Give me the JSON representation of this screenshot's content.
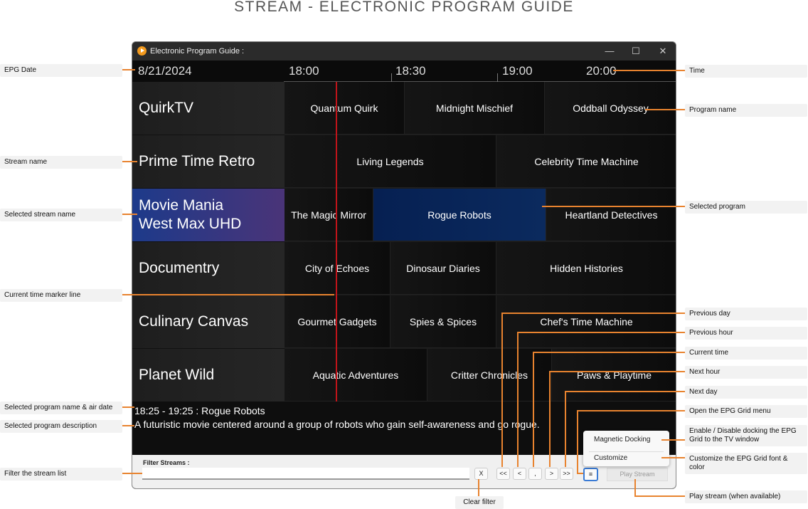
{
  "page_title": "STREAM - ELECTRONIC PROGRAM GUIDE",
  "window": {
    "title": "Electronic Program Guide :",
    "minimize": "—",
    "maximize": "☐",
    "close": "✕"
  },
  "header": {
    "date": "8/21/2024",
    "times": [
      "18:00",
      "18:30",
      "19:00",
      "20:00"
    ]
  },
  "streams": [
    {
      "name": "QuirkTV",
      "programs": [
        "Quantum Quirk",
        "Midnight Mischief",
        "Oddball Odyssey"
      ]
    },
    {
      "name": "Prime Time Retro",
      "programs": [
        "Living Legends",
        "Celebrity Time Machine"
      ]
    },
    {
      "name": "Movie Mania\nWest Max UHD",
      "line1": "Movie Mania",
      "line2": "West Max UHD",
      "selected": true,
      "programs": [
        "The Magic Mirror",
        "Rogue Robots",
        "Heartland Detectives"
      ],
      "selected_program": "Rogue Robots"
    },
    {
      "name": "Documentry",
      "programs": [
        "City of Echoes",
        "Dinosaur Diaries",
        "Hidden Histories"
      ]
    },
    {
      "name": "Culinary Canvas",
      "programs": [
        "Gourmet Gadgets",
        "Spies & Spices",
        "Chef's Time Machine"
      ]
    },
    {
      "name": "Planet Wild",
      "programs": [
        "Aquatic Adventures",
        "Critter Chronicles",
        "Paws & Playtime"
      ]
    }
  ],
  "selected_info": {
    "time_title": "18:25 - 19:25 : Rogue Robots",
    "description": "A futuristic movie centered around a group of robots who gain self-awareness and go rogue."
  },
  "bottom": {
    "filter_label": "Filter Streams :",
    "filter_value": "",
    "clear_label": "X",
    "nav": {
      "prev_day": "<<",
      "prev_hour": "<",
      "now": ",",
      "next_hour": ">",
      "next_day": ">>"
    },
    "menu_icon": "≡",
    "play_label": "Play Stream"
  },
  "menu": {
    "items": [
      "Magnetic Docking",
      "Customize"
    ]
  },
  "annotations": {
    "left": [
      "EPG Date",
      "Stream name",
      "Selected stream name",
      "Current time marker line",
      "Selected program name & air date",
      "Selected program description",
      "Filter the stream list"
    ],
    "right": [
      "Time",
      "Program name",
      "Selected program",
      "Previous day",
      "Previous hour",
      "Current time",
      "Next hour",
      "Next day",
      "Open the EPG Grid menu",
      "Enable / Disable docking the EPG Grid to the TV window",
      "Customize the EPG Grid font & color",
      "Play stream (when available)"
    ],
    "bottom": [
      "Clear filter"
    ]
  },
  "colors": {
    "accent": "#e8832f",
    "marker": "#c0141a",
    "selected_stream": "#1d3a8a",
    "selected_program": "#062052"
  }
}
